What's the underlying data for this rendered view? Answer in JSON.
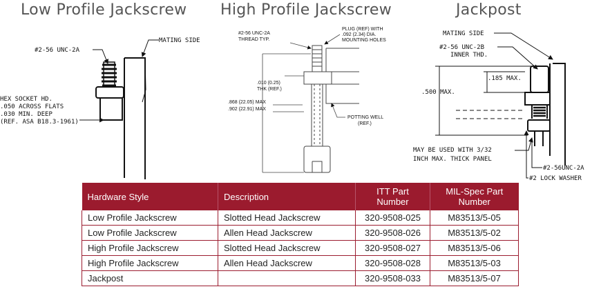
{
  "titles": {
    "low": "Low Profile Jackscrew",
    "high": "High Profile Jackscrew",
    "post": "Jackpost"
  },
  "low_profile_labels": {
    "mating_side": "MATING SIDE",
    "thread": "#2-56 UNC-2A",
    "hex1": "HEX SOCKET HD.",
    "hex2": ".050 ACROSS FLATS",
    "hex3": ".030 MIN. DEEP",
    "hex4": "(REF. ASA B18.3-1961)"
  },
  "high_profile_labels": {
    "thread1": "#2-56 UNC-2A",
    "thread2": "THREAD TYP.",
    "plug1": "PLUG (REF) WITH",
    "plug2": ".092 (2.34) DIA.",
    "plug3": "MOUNTING HOLES",
    "thk1": ".010 (0.25)",
    "thk2": "THK (REF.)",
    "max1": ".868 (22.05) MAX",
    "max2": ".902 (22.91) MAX",
    "well1": "POTTING WELL",
    "well2": "(REF.)"
  },
  "jackpost_labels": {
    "mating_side": "MATING SIDE",
    "thread1": "#2-56 UNC-2B",
    "thread2": "INNER THD.",
    "dim185": ".185 MAX.",
    "dim500": ".500 MAX.",
    "panel1": "MAY BE USED WITH 3/32",
    "panel2": "INCH MAX. THICK PANEL",
    "screw": "#2-56UNC-2A",
    "washer": "#2 LOCK WASHER"
  },
  "table": {
    "headers": [
      "Hardware Style",
      "Description",
      "ITT Part Number",
      "MIL-Spec Part Number"
    ],
    "rows": [
      [
        "Low Profile Jackscrew",
        "Slotted Head Jackscrew",
        "320-9508-025",
        "M83513/5-05"
      ],
      [
        "Low Profile Jackscrew",
        "Allen Head Jackscrew",
        "320-9508-026",
        "M83513/5-02"
      ],
      [
        "High Profile Jackscrew",
        "Slotted Head Jackscrew",
        "320-9508-027",
        "M83513/5-06"
      ],
      [
        "High Profile Jackscrew",
        "Allen Head Jackscrew",
        "320-9508-028",
        "M83513/5-03"
      ],
      [
        "Jackpost",
        "",
        "320-9508-033",
        "M83513/5-07"
      ]
    ]
  },
  "colors": {
    "header_bg": "#9b1b2e",
    "header_text": "#ffffff"
  }
}
